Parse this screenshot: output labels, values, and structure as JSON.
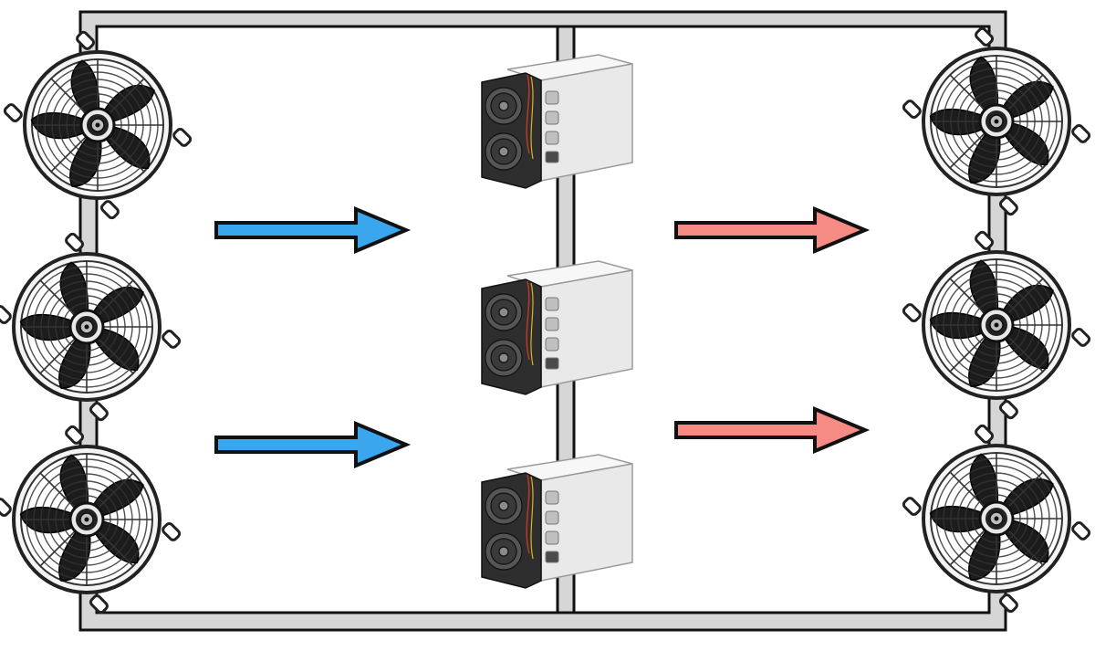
{
  "diagram": {
    "fans_intake_count": 3,
    "fans_exhaust_count": 3,
    "miners_count": 3,
    "arrows_cold_count": 2,
    "arrows_hot_count": 2
  },
  "colors": {
    "frame_fill": "#d6d6d6",
    "outline": "#111111",
    "cold_air": "#3aa6ee",
    "hot_air": "#f58b82",
    "fan_blade": "#1b1b1b",
    "fan_grille": "#2a2a2a",
    "miner_body": "#ececec",
    "miner_face": "#3a3a3a"
  },
  "icons": {
    "intake_fan": "axial-fan-icon",
    "exhaust_fan": "axial-fan-icon",
    "miner": "asic-miner-icon",
    "cold_arrow": "arrow-right-icon",
    "hot_arrow": "arrow-right-icon"
  }
}
